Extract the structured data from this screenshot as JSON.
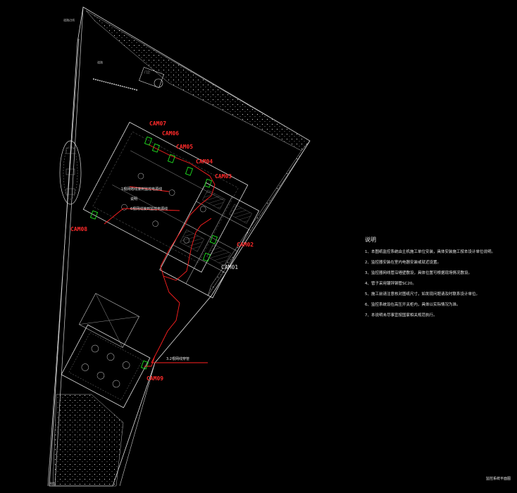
{
  "cameras": [
    {
      "id": "CAM07",
      "label": "CAM07"
    },
    {
      "id": "CAM06",
      "label": "CAM06"
    },
    {
      "id": "CAM05",
      "label": "CAM05"
    },
    {
      "id": "CAM04",
      "label": "CAM04"
    },
    {
      "id": "CAM03",
      "label": "CAM03"
    },
    {
      "id": "CAM02",
      "label": "CAM02"
    },
    {
      "id": "CAM01",
      "label": "CAM01"
    },
    {
      "id": "CAM08",
      "label": "CAM08"
    },
    {
      "id": "CAM09",
      "label": "CAM09"
    }
  ],
  "annotations": {
    "line1": "1根网络线接到监控电源线",
    "line1b": "说明",
    "line2": "6根网线接到监控电源线",
    "line3": "3.2根网线穿管"
  },
  "notes": {
    "title": "说明",
    "items": [
      "1、本图纸监控系统由主机施工单位安装，具体安装施工按本设计单位说明。",
      "2、监控器安装在室内电器安装或就近设置。",
      "3、监控器网线管沿墙壁敷设，具体位置可根据现场情况敷设。",
      "4、管子采用镀锌钢管SC20。",
      "5、施工前请注意核对图纸尺寸，如发现问题请及时联系设计单位。",
      "6、监控系统设在高压开关柜内，具体以实际情况为准。",
      "7、本说明未尽事宜按国家相关规范执行。"
    ]
  },
  "drawing_title": "监控系统平面图",
  "small_labels": {
    "top_left": "道路边线",
    "gate": "门卫",
    "bottom_left": "围墙",
    "road": "道路"
  }
}
